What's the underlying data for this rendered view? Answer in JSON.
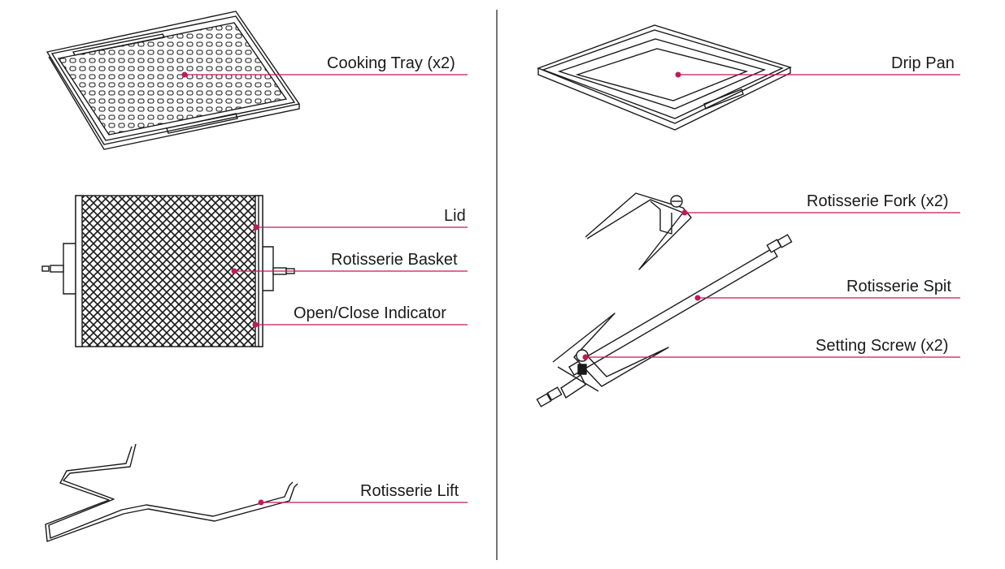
{
  "accent_color": "#c2185b",
  "line_color": "#1a1a1a",
  "parts": {
    "cooking_tray": "Cooking Tray (x2)",
    "lid": "Lid",
    "rotisserie_basket": "Rotisserie Basket",
    "open_close_indicator": "Open/Close Indicator",
    "rotisserie_lift": "Rotisserie Lift",
    "drip_pan": "Drip Pan",
    "rotisserie_fork": "Rotisserie Fork (x2)",
    "rotisserie_spit": "Rotisserie Spit",
    "setting_screw": "Setting Screw (x2)"
  }
}
